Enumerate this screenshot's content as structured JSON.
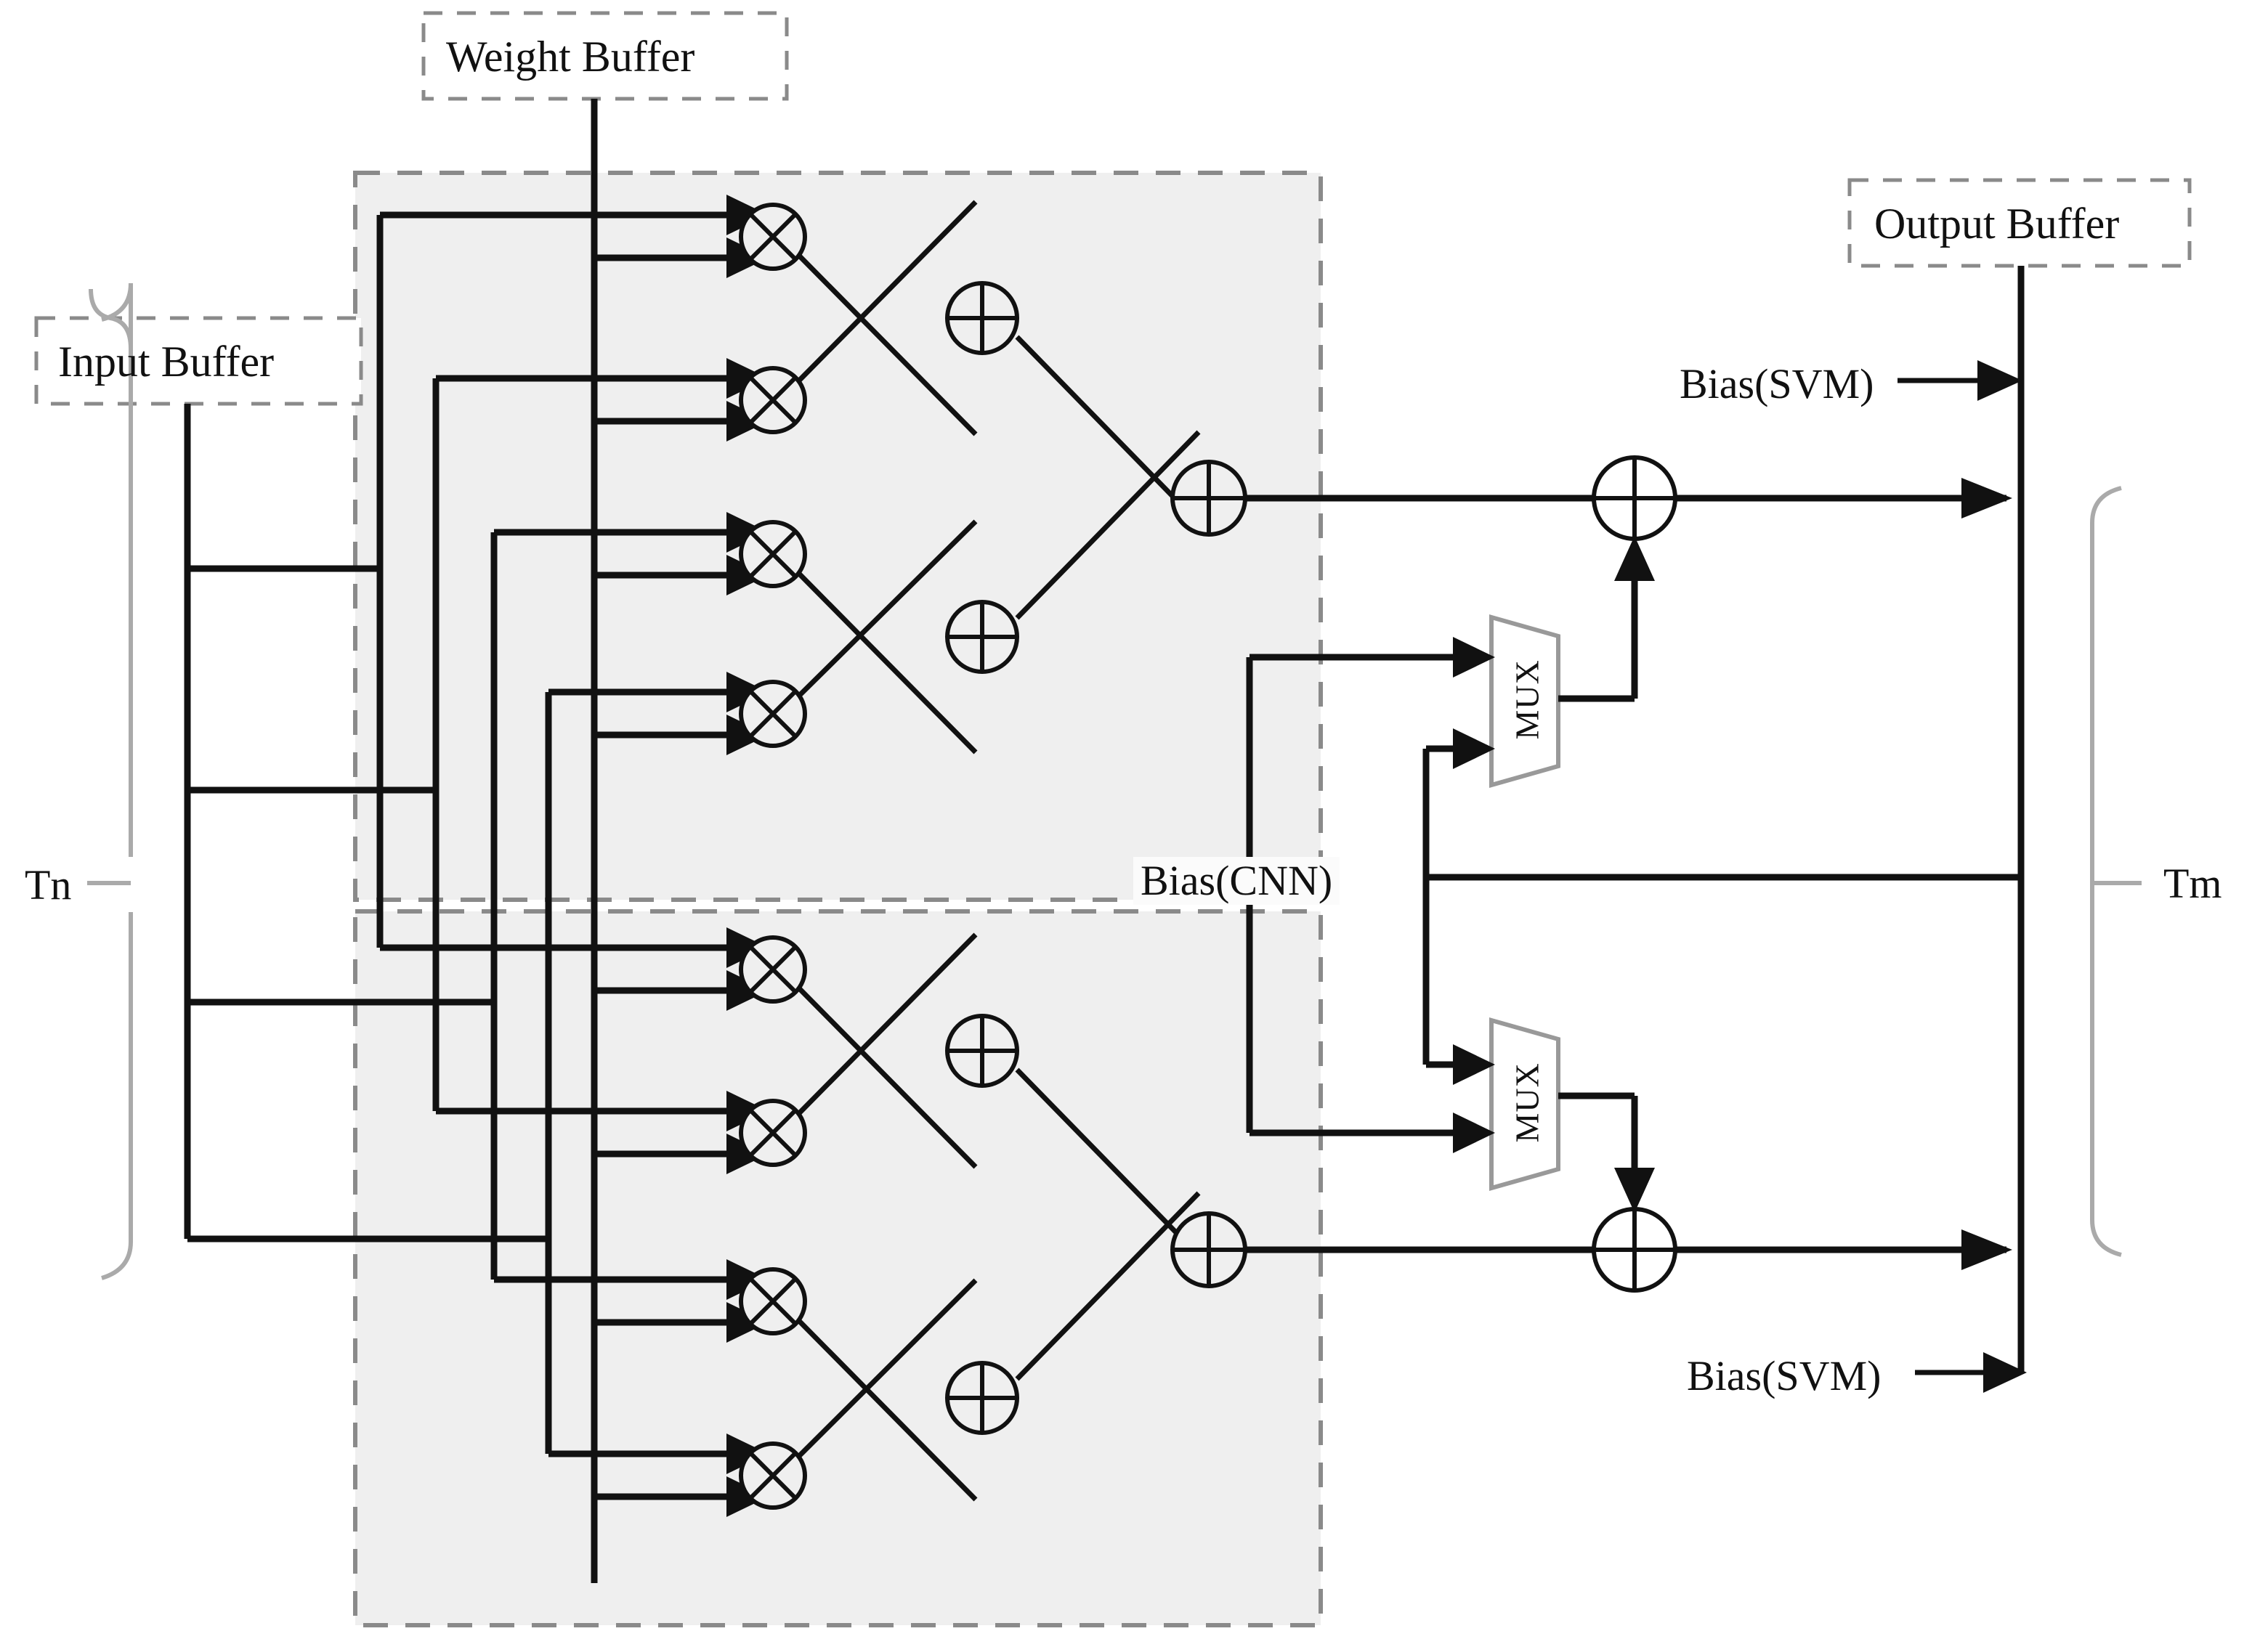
{
  "diagram": {
    "title_elements": {
      "weight_buffer": "Weight Buffer",
      "input_buffer": "Input Buffer",
      "output_buffer": "Output Buffer"
    },
    "annotations": {
      "tn": "Tn",
      "tm": "Tm",
      "bias_cnn": "Bias(CNN)",
      "bias_svm_top": "Bias(SVM)",
      "bias_svm_bottom": "Bias(SVM)"
    },
    "mux": {
      "top_label": "MUX",
      "bottom_label": "MUX"
    },
    "unit_glyphs": {
      "multiplier": "multiply-circle",
      "adder": "plus-circle"
    },
    "counts": {
      "multipliers": 8,
      "adders_level1": 4,
      "adders_level2": 2,
      "adders_bias": 2,
      "muxes": 2,
      "pe_groups": 2
    },
    "colors": {
      "pe_fill": "#efefef",
      "wire": "#111111",
      "dashed_border": "#8a8a8a",
      "brace": "#aaaaaa",
      "background": "#ffffff"
    }
  }
}
